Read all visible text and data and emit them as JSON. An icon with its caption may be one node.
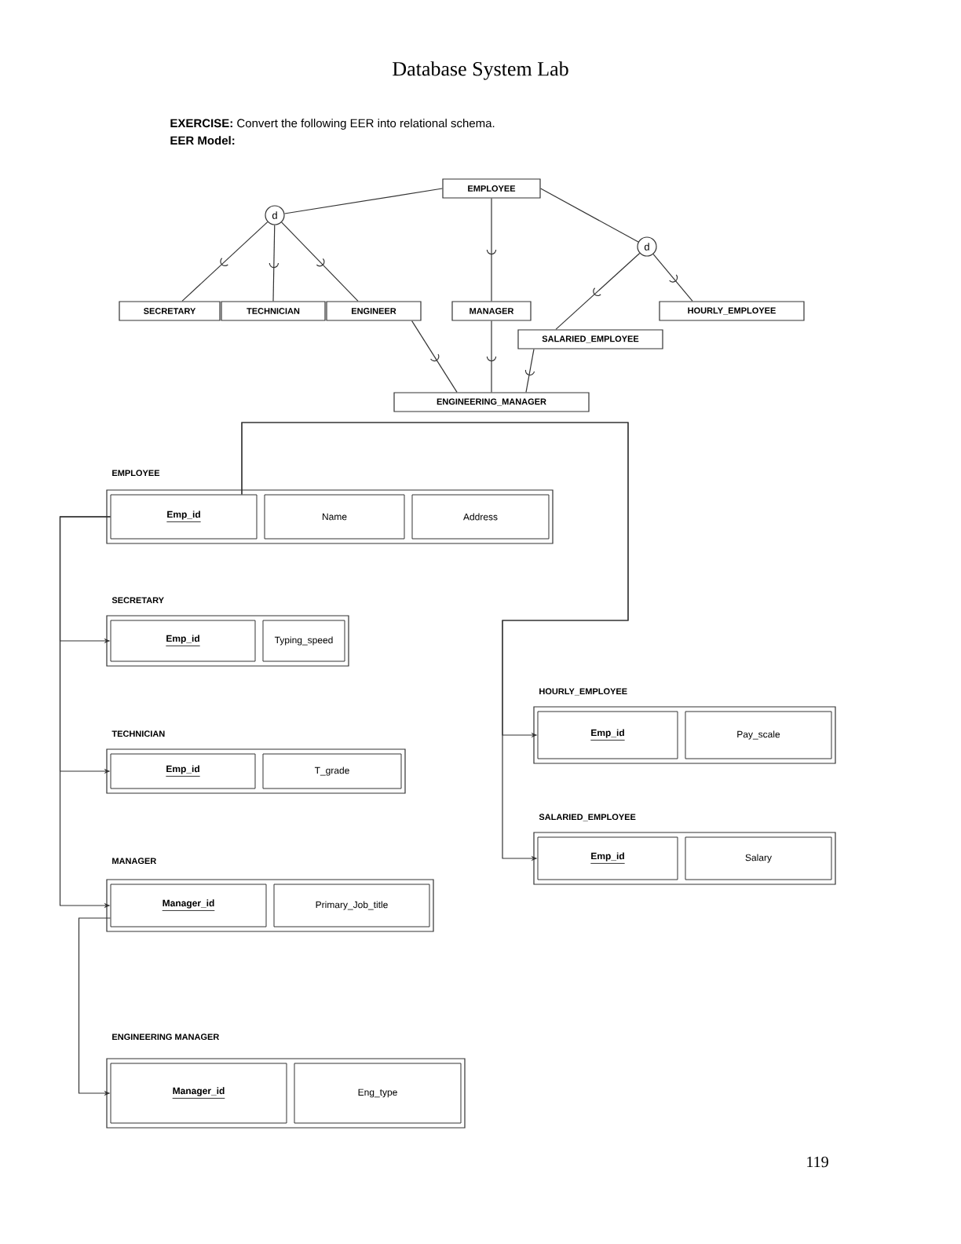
{
  "diagram": {
    "title": "Database System Lab",
    "nodes": [
      {
        "text": [
          "EMPLOYEE"
        ]
      },
      {
        "text": [
          "d"
        ]
      },
      {
        "text": [
          "d"
        ]
      },
      {
        "text": [
          "SECRETARY"
        ]
      },
      {
        "text": [
          "TECHNICIAN"
        ]
      },
      {
        "text": [
          "ENGINEER"
        ]
      },
      {
        "text": [
          "MANAGER"
        ]
      },
      {
        "text": [
          "HOURLY_EMPLOYEE"
        ]
      },
      {
        "text": [
          "SALARIED_EMPLOYEE"
        ]
      },
      {
        "text": [
          "ENGINEERING_MANAGER"
        ]
      },
      {
        "text": [
          "EMPLOYEE"
        ]
      },
      {
        "text": [
          "Emp_id"
        ],
        "in": 10
      },
      {
        "text": [
          "Name"
        ],
        "in": 10
      },
      {
        "text": [
          "Address"
        ],
        "in": 10
      },
      {
        "text": [
          "SECRETARY"
        ]
      },
      {
        "text": [
          "Emp_id"
        ],
        "in": 14
      },
      {
        "text": [
          "Typing_speed"
        ],
        "in": 14
      },
      {
        "text": [
          "TECHNICIAN"
        ]
      },
      {
        "text": [
          "Emp_id"
        ],
        "in": 17
      },
      {
        "text": [
          "T_grade"
        ],
        "in": 17
      },
      {
        "text": [
          "MANAGER"
        ]
      },
      {
        "text": [
          "Manager_id"
        ],
        "in": 20
      },
      {
        "text": [
          "Primary_Job_title"
        ],
        "in": 20
      },
      {
        "text": [
          "ENGINEERING MANAGER"
        ]
      },
      {
        "text": [
          "Manager_id"
        ],
        "in": 23
      },
      {
        "text": [
          "Eng_type"
        ],
        "in": 23
      },
      {
        "text": [
          "HOURLY_EMPLOYEE"
        ]
      },
      {
        "text": [
          "Emp_id"
        ],
        "in": 26
      },
      {
        "text": [
          "Pay_scale"
        ],
        "in": 26
      },
      {
        "text": [
          "SALARIED_EMPLOYEE"
        ]
      },
      {
        "text": [
          "Emp_id"
        ],
        "in": 29
      },
      {
        "text": [
          "Salary"
        ],
        "in": 29
      }
    ],
    "edges": [
      {
        "from": 0,
        "to": 1,
        "arrow": "none"
      },
      {
        "from": 0,
        "to": 2,
        "arrow": "none"
      },
      {
        "from": 1,
        "to": 3,
        "arrow": "none"
      },
      {
        "from": 1,
        "to": 4,
        "arrow": "none"
      },
      {
        "from": 1,
        "to": 5,
        "arrow": "none"
      },
      {
        "from": 0,
        "to": 6,
        "arrow": "none"
      },
      {
        "from": 2,
        "to": 7,
        "arrow": "none"
      },
      {
        "from": 2,
        "to": 8,
        "arrow": "none"
      },
      {
        "from": 5,
        "to": 9,
        "arrow": "none"
      },
      {
        "from": 6,
        "to": 9,
        "arrow": "none"
      },
      {
        "from": 8,
        "to": 9,
        "arrow": "none"
      },
      {
        "from": 11,
        "to": 15,
        "arrow": "to"
      },
      {
        "from": 11,
        "to": 18,
        "arrow": "to"
      },
      {
        "from": 11,
        "to": 21,
        "arrow": "to"
      },
      {
        "from": 21,
        "to": 24,
        "arrow": "to"
      },
      {
        "from": 11,
        "to": 27,
        "arrow": "to"
      },
      {
        "from": 11,
        "to": 30,
        "arrow": "to"
      }
    ],
    "labels": [
      "**EXERCISE:** Convert the following EER into relational schema.",
      "EER Model:",
      "119"
    ]
  }
}
